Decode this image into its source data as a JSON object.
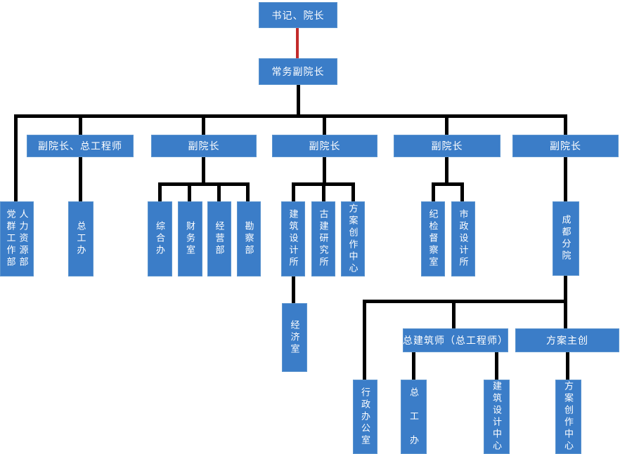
{
  "diagram_type": "org-chart",
  "colors": {
    "node_fill": "#3B7DC8",
    "node_border": "#5B94CE",
    "node_text": "#FFFFFF",
    "connector": "#000000",
    "root_connector": "#C22B2B",
    "background": "#FFFFFF"
  },
  "nodes": {
    "secretary_dean": "书记、院长",
    "executive_vice_dean": "常务副院长",
    "vice_dean_chief_engineer": "副院长、总工程师",
    "vice_dean_2": "副院长",
    "vice_dean_3": "副院长",
    "vice_dean_4": "副院长",
    "vice_dean_5": "副院长",
    "hr_dept": "人力资源部",
    "party_masses_dept": "党群工作部",
    "chief_engineer_office": "总工办",
    "general_office": "综合办",
    "finance_office": "财务室",
    "business_dept": "经营部",
    "survey_dept": "勘察部",
    "architecture_design_institute": "建筑设计所",
    "ancient_architecture_institute": "古建研究所",
    "scheme_creation_center": "方案创作中心",
    "economy_office": "经济室",
    "discipline_inspection_office": "纪检督察室",
    "municipal_design_institute": "市政设计所",
    "chengdu_branch": "成都分院",
    "chief_architect": "总建筑师（总工程师）",
    "scheme_chief_creator": "方案主创",
    "admin_office": "行政办公室",
    "chief_engineer_office_chengdu": "总　工　办",
    "architecture_design_center": "建筑设计中心",
    "scheme_creation_center_chengdu": "方案创作中心"
  }
}
